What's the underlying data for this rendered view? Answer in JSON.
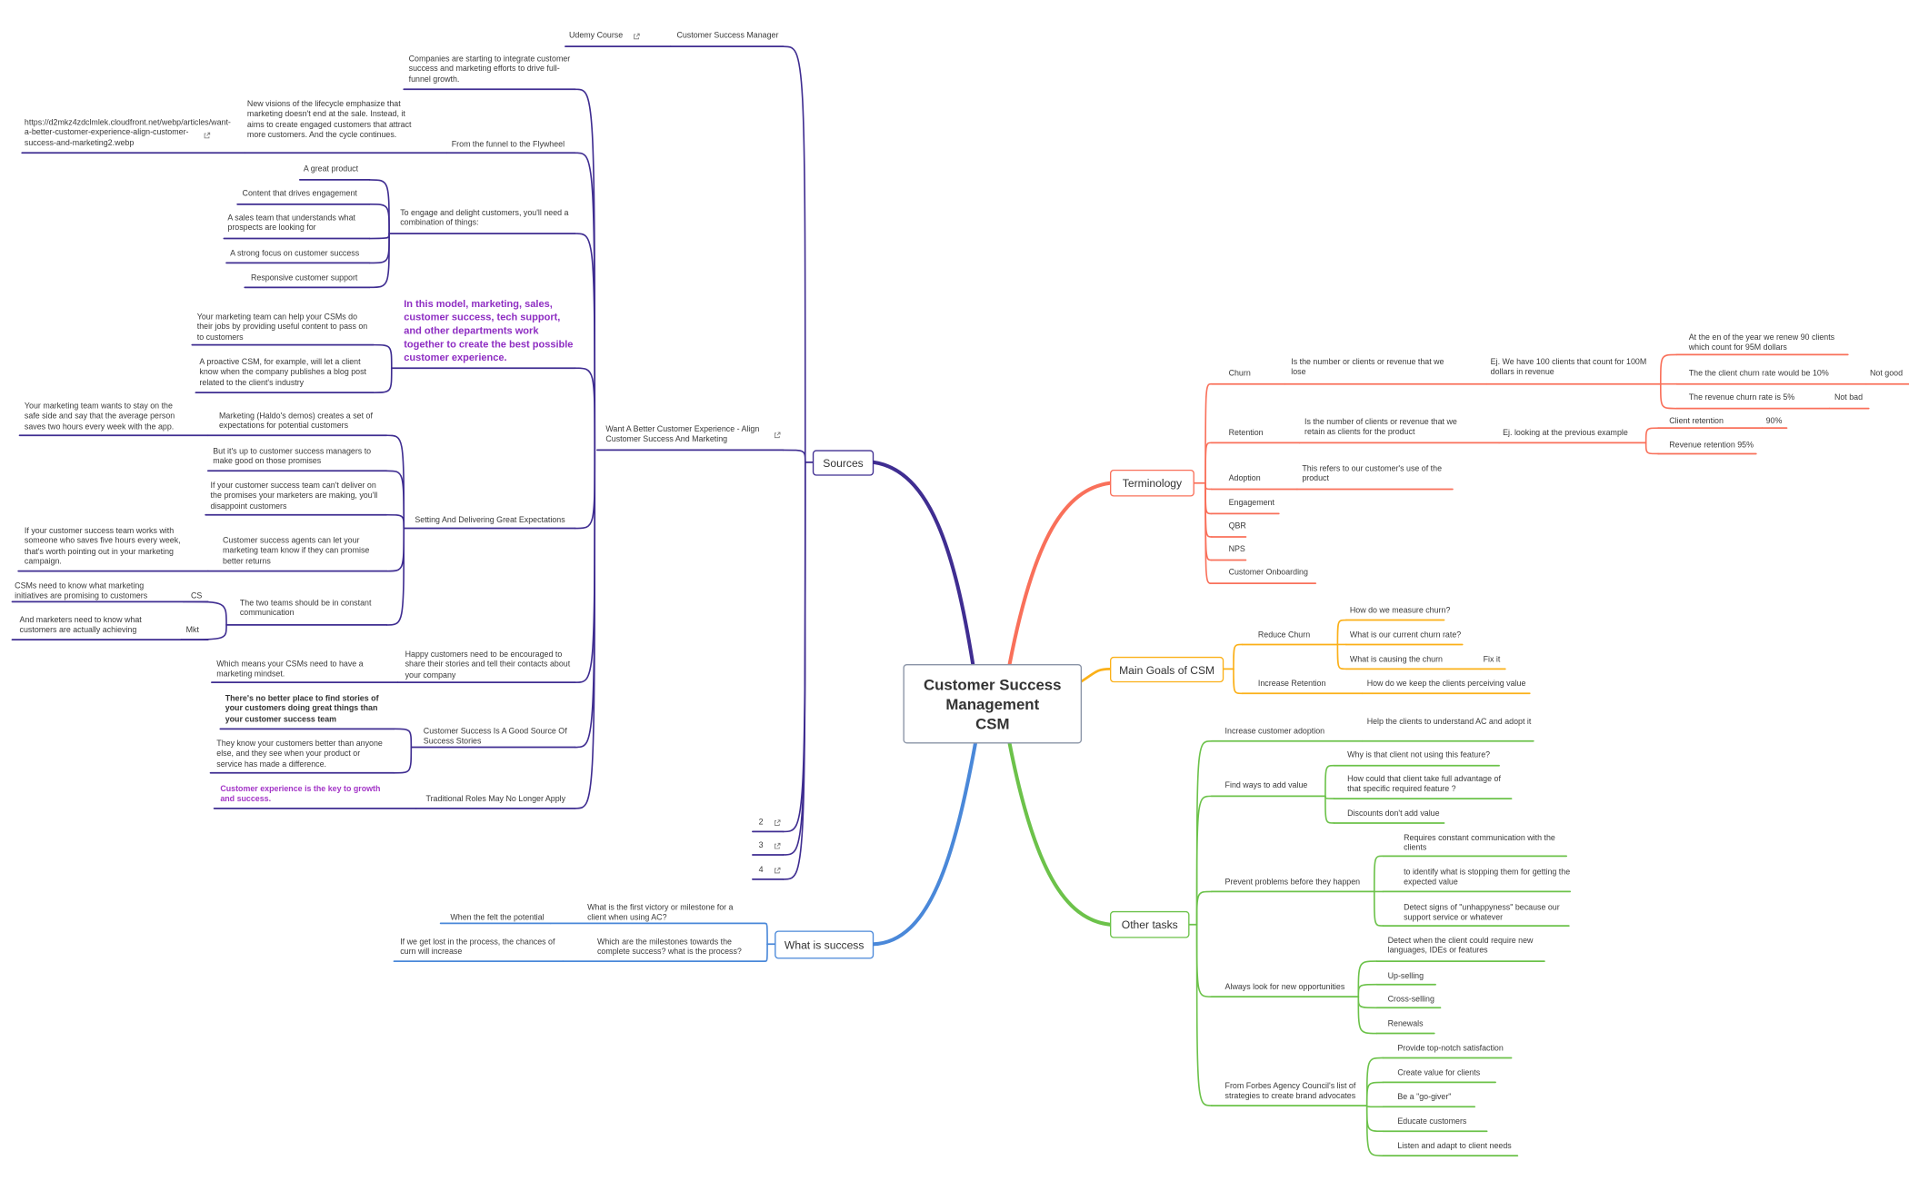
{
  "central": {
    "title_lines": [
      "Customer Success",
      "Management",
      "CSM"
    ]
  },
  "colors": {
    "sources": "#3f2d91",
    "terminology": "#f9705a",
    "main_goals": "#fbb018",
    "other_tasks": "#6cc24a",
    "what_is_success": "#4a88d9",
    "highlight": "#8e2dc2",
    "center_border": "#8a94a6"
  },
  "sources": {
    "label": "Sources",
    "children": [
      {
        "label": "Customer Success Manager",
        "children": [
          {
            "label": "Udemy Course",
            "icon": "external-link-icon"
          }
        ]
      },
      {
        "label": "Want A Better Customer Experience - Align Customer Success And Marketing",
        "icon": "external-link-icon",
        "children": [
          {
            "label": "Companies are starting to integrate customer success and marketing efforts to drive full-funnel growth."
          },
          {
            "label": "From the funnel to the Flywheel",
            "children": [
              {
                "label": "New visions of the lifecycle emphasize that marketing doesn't end at the sale. Instead, it aims to create engaged customers that attract more customers. And the cycle continues.",
                "children": [
                  {
                    "label": "https://d2mkz4zdclmlek.cloudfront.net/webp/articles/want-a-better-customer-experience-align-customer-success-and-marketing2.webp",
                    "icon": "external-link-icon"
                  }
                ]
              }
            ]
          },
          {
            "label": "To engage and delight customers, you'll need a combination of things:",
            "children": [
              {
                "label": "A great product"
              },
              {
                "label": "Content that drives engagement"
              },
              {
                "label": "A sales team that understands what prospects are looking for"
              },
              {
                "label": "A strong focus on customer success"
              },
              {
                "label": "Responsive customer support"
              }
            ]
          },
          {
            "label": "In this model, marketing, sales, customer success, tech support, and other departments work together to create the best possible customer experience.",
            "children": [
              {
                "label": "Your marketing team can help your CSMs do their jobs by providing useful content to pass on to customers"
              },
              {
                "label": "A proactive CSM, for example, will let a client know when the company publishes a blog post related to the client's industry"
              }
            ]
          },
          {
            "label": "Setting And Delivering Great Expectations",
            "children": [
              {
                "label": "Marketing (Haldo's demos) creates a set of expectations for potential customers",
                "children": [
                  {
                    "label": "Your marketing team wants to stay on the safe side and say that the average person saves two hours every week with the app."
                  }
                ]
              },
              {
                "label": "But it's up to customer success managers to make good on those promises"
              },
              {
                "label": "If your customer success team can't deliver on the promises your marketers are making, you'll disappoint customers"
              },
              {
                "label": "Customer success agents can let your marketing team know if they can promise better returns",
                "children": [
                  {
                    "label": "If your customer success team works with someone who saves five hours every week, that's worth pointing out in your marketing campaign."
                  }
                ]
              },
              {
                "label": "The two teams should be in constant communication",
                "children": [
                  {
                    "label": "CSMs need to know what marketing initiatives are promising to customers",
                    "children": [
                      {
                        "label": "CS"
                      }
                    ]
                  },
                  {
                    "label": "And marketers need to know what customers are actually achieving",
                    "children": [
                      {
                        "label": "Mkt"
                      }
                    ]
                  }
                ]
              }
            ]
          },
          {
            "label": "Happy customers need to be encouraged to share their stories and tell their contacts about your company",
            "children": [
              {
                "label": "Which means your CSMs need to have a marketing mindset."
              }
            ]
          },
          {
            "label": "Customer Success Is A Good Source Of Success Stories",
            "children": [
              {
                "label": "There's no better place to find stories of your customers doing great things than your customer success team"
              },
              {
                "label": "They know your customers better than anyone else, and they see when your product or service has made a difference."
              }
            ]
          },
          {
            "label": "Traditional Roles May No Longer Apply",
            "children": [
              {
                "label": "Customer experience is the key to growth and success."
              }
            ]
          }
        ]
      },
      {
        "label": "2",
        "icon": "external-link-icon"
      },
      {
        "label": "3",
        "icon": "external-link-icon"
      },
      {
        "label": "4",
        "icon": "external-link-icon"
      }
    ]
  },
  "what_is_success": {
    "label": "What is success",
    "children": [
      {
        "label": "What is the first victory or milestone for a client when using AC?",
        "children": [
          {
            "label": "When the felt the potential"
          }
        ]
      },
      {
        "label": "Which are the milestones towards the complete success? what is the process?",
        "children": [
          {
            "label": "If we get lost in the process, the chances of curn will increase"
          }
        ]
      }
    ]
  },
  "terminology": {
    "label": "Terminology",
    "children": [
      {
        "label": "Churn",
        "children": [
          {
            "label": "Is the number or clients or revenue that we lose",
            "children": [
              {
                "label": "Ej. We have 100 clients that count for 100M dollars in revenue",
                "children": [
                  {
                    "label": "At the en of the year we renew 90 clients which count for 95M dollars"
                  },
                  {
                    "label": "The the client churn rate would be 10%",
                    "children": [
                      {
                        "label": "Not good"
                      }
                    ]
                  },
                  {
                    "label": "The revenue churn rate is 5%",
                    "children": [
                      {
                        "label": "Not bad"
                      }
                    ]
                  }
                ]
              }
            ]
          }
        ]
      },
      {
        "label": "Retention",
        "children": [
          {
            "label": "Is the number of clients or revenue that we retain as clients for the product",
            "children": [
              {
                "label": "Ej. looking at the previous example",
                "children": [
                  {
                    "label": "Client retention",
                    "children": [
                      {
                        "label": "90%"
                      }
                    ]
                  },
                  {
                    "label": "Revenue retention 95%"
                  }
                ]
              }
            ]
          }
        ]
      },
      {
        "label": "Adoption",
        "children": [
          {
            "label": "This refers to our customer's use of the product"
          }
        ]
      },
      {
        "label": "Engagement"
      },
      {
        "label": "QBR"
      },
      {
        "label": "NPS"
      },
      {
        "label": "Customer Onboarding"
      }
    ]
  },
  "main_goals": {
    "label": "Main Goals of CSM",
    "children": [
      {
        "label": "Reduce Churn",
        "children": [
          {
            "label": "How do we measure churn?"
          },
          {
            "label": "What is our current churn rate?"
          },
          {
            "label": "What is causing the churn",
            "children": [
              {
                "label": "Fix it"
              }
            ]
          }
        ]
      },
      {
        "label": "Increase Retention",
        "children": [
          {
            "label": "How do we keep the clients perceiving value"
          }
        ]
      }
    ]
  },
  "other_tasks": {
    "label": "Other tasks",
    "children": [
      {
        "label": "Increase customer adoption",
        "children": [
          {
            "label": "Help the clients to understand AC and adopt it"
          }
        ]
      },
      {
        "label": "Find ways to add value",
        "children": [
          {
            "label": "Why is that client not using this feature?"
          },
          {
            "label": "How could that client take full advantage of that specific required feature ?"
          },
          {
            "label": "Discounts don't add value"
          }
        ]
      },
      {
        "label": "Prevent problems before they happen",
        "children": [
          {
            "label": "Requires constant communication with the clients"
          },
          {
            "label": "to identify what is stopping them for getting the expected value"
          },
          {
            "label": "Detect signs of \"unhappyness\" because our support service or whatever"
          }
        ]
      },
      {
        "label": "Always look for new opportunities",
        "children": [
          {
            "label": "Detect when the client could require new languages, IDEs or features"
          },
          {
            "label": "Up-selling"
          },
          {
            "label": "Cross-selling"
          },
          {
            "label": "Renewals"
          }
        ]
      },
      {
        "label": "From Forbes Agency Council's list of strategies to create brand advocates",
        "children": [
          {
            "label": "Provide top-notch satisfaction"
          },
          {
            "label": "Create value for clients"
          },
          {
            "label": "Be a \"go-giver\""
          },
          {
            "label": "Educate customers"
          },
          {
            "label": "Listen and adapt to client needs"
          }
        ]
      }
    ]
  }
}
